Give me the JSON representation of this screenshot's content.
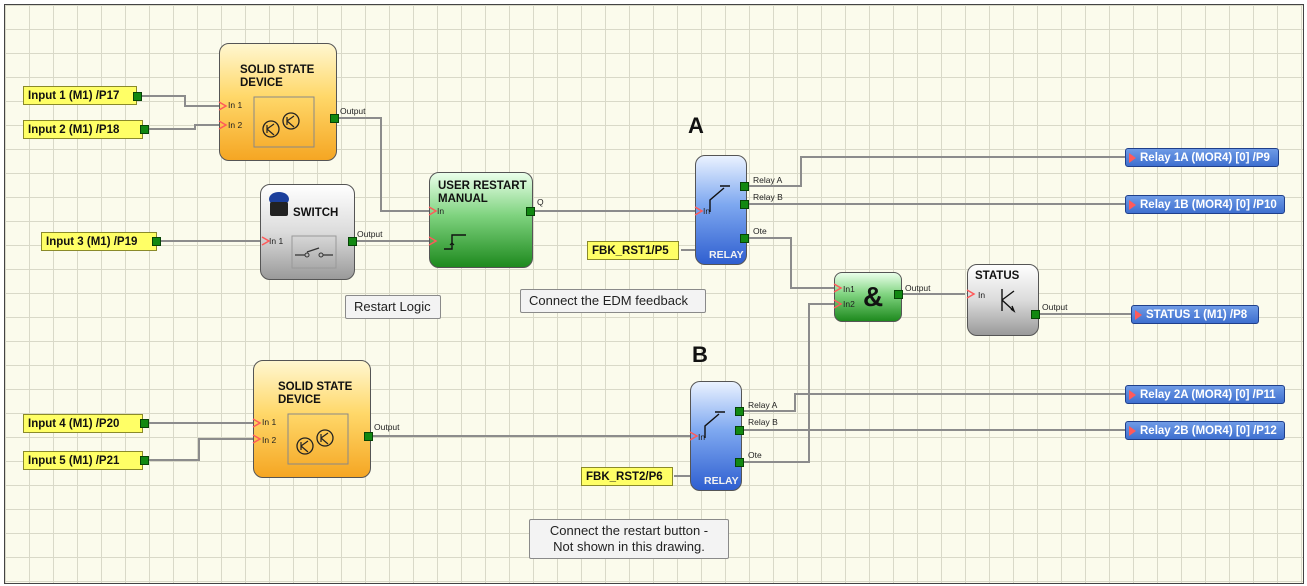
{
  "inputs": {
    "input1": "Input 1 (M1) /P17",
    "input2": "Input 2 (M1) /P18",
    "input3": "Input 3 (M1) /P19",
    "input4": "Input 4 (M1) /P20",
    "input5": "Input 5 (M1) /P21",
    "fbk1": "FBK_RST1/P5",
    "fbk2": "FBK_RST2/P6"
  },
  "outputs": {
    "relay1a": "Relay 1A (MOR4) [0] /P9",
    "relay1b": "Relay 1B (MOR4) [0] /P10",
    "status1": "STATUS 1 (M1) /P8",
    "relay2a": "Relay 2A (MOR4) [0] /P11",
    "relay2b": "Relay 2B (MOR4) [0] /P12"
  },
  "blocks": {
    "ssd1": {
      "title": "SOLID STATE\nDEVICE",
      "in1": "In 1",
      "in2": "In 2",
      "out": "Output"
    },
    "switch": {
      "title": "SWITCH",
      "in1": "In 1",
      "out": "Output"
    },
    "urm": {
      "title": "USER RESTART\nMANUAL",
      "in": "In",
      "out": "Q"
    },
    "relayA": {
      "title": "RELAY",
      "in": "In",
      "ra": "Relay A",
      "rb": "Relay B",
      "ote": "Ote"
    },
    "and": {
      "symbol": "&",
      "in1": "In1",
      "in2": "In2",
      "out": "Output"
    },
    "status": {
      "title": "STATUS",
      "in": "In",
      "out": "Output"
    },
    "ssd2": {
      "title": "SOLID STATE\nDEVICE",
      "in1": "In 1",
      "in2": "In 2",
      "out": "Output"
    },
    "relayB": {
      "title": "RELAY",
      "in": "In",
      "ra": "Relay A",
      "rb": "Relay B",
      "ote": "Ote"
    }
  },
  "labels": {
    "a": "A",
    "b": "B"
  },
  "notes": {
    "restart_logic": "Restart Logic",
    "edm": "Connect the EDM feedback",
    "restart_button": "Connect the restart button -\nNot shown in this drawing."
  },
  "colors": {
    "wire": "#8c8c8c",
    "input_pin": "#ff5a5a",
    "output_pin": "#118811",
    "input_label": "#ffff66",
    "output_label": "#3e6fcf"
  }
}
